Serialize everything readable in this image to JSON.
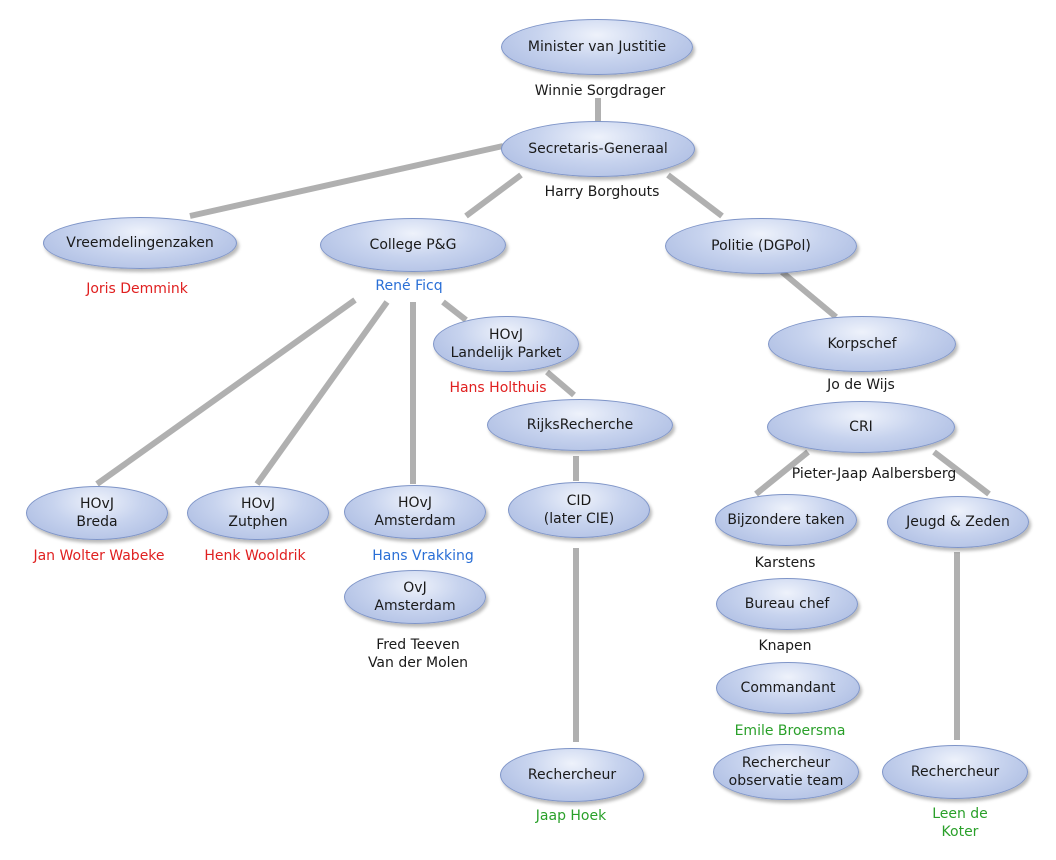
{
  "nodes": {
    "minister": "Minister van Justitie",
    "sg": "Secretaris-Generaal",
    "vreemdelingen": "Vreemdelingenzaken",
    "college": "College P&G",
    "politie": "Politie (DGPol)",
    "hovj_lp": "HOvJ\nLandelijk Parket",
    "korpschef": "Korpschef",
    "rijks": "RijksRecherche",
    "cri": "CRI",
    "hovj_breda": "HOvJ\nBreda",
    "hovj_zutphen": "HOvJ\nZutphen",
    "hovj_amsterdam": "HOvJ\nAmsterdam",
    "cid": "CID\n(later CIE)",
    "bijzondere": "Bijzondere taken",
    "jeugd": "Jeugd & Zeden",
    "ovj_amsterdam": "OvJ\nAmsterdam",
    "bureau": "Bureau chef",
    "commandant": "Commandant",
    "rech_cid": "Rechercheur",
    "rech_obs": "Rechercheur\nobservatie team",
    "rech_jeugd": "Rechercheur"
  },
  "captions": {
    "minister": "Winnie Sorgdrager",
    "sg": "Harry Borghouts",
    "vreemdelingen": "Joris Demmink",
    "college": "René Ficq",
    "hovj_lp": "Hans Holthuis",
    "korpschef": "Jo de Wijs",
    "cri": "Pieter-Jaap Aalbersberg",
    "hovj_breda": "Jan Wolter Wabeke",
    "hovj_zutphen": "Henk Wooldrik",
    "hovj_amsterdam": "Hans Vrakking",
    "bijzondere": "Karstens",
    "ovj_amsterdam": "Fred Teeven\nVan der Molen",
    "bureau": "Knapen",
    "commandant": "Emile Broersma",
    "rech_cid": "Jaap Hoek",
    "rech_jeugd": "Leen de Koter"
  },
  "colors": {
    "edge": "#b0b0b0",
    "black": "#1a1a1a",
    "red": "#e02020",
    "blue": "#2a6fd6",
    "green": "#2aa02a"
  }
}
